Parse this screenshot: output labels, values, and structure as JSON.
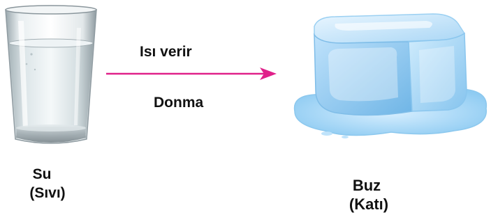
{
  "diagram": {
    "left_item": {
      "name": "Su",
      "state": "(Sıvı)",
      "icon": "glass-of-water-icon"
    },
    "right_item": {
      "name": "Buz",
      "state": "(Katı)",
      "icon": "ice-cube-icon"
    },
    "arrow": {
      "label_top": "Isı verir",
      "label_bottom": "Donma",
      "color": "#e0218a"
    }
  }
}
